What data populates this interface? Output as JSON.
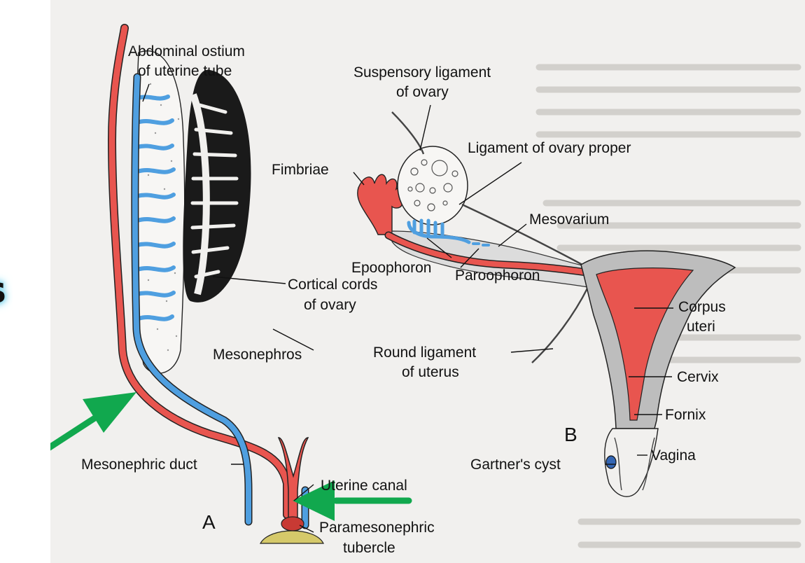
{
  "side_fragment": "s",
  "diagram": {
    "panel_a_letter": "A",
    "panel_b_letter": "B",
    "labels": {
      "abdominal_ostium_1": "Abdominal ostium",
      "abdominal_ostium_2": "of uterine tube",
      "suspensory_1": "Suspensory ligament",
      "suspensory_2": "of ovary",
      "ligament_ovary_proper": "Ligament of ovary proper",
      "fimbriae": "Fimbriae",
      "mesovarium": "Mesovarium",
      "epoophoron": "Epoophoron",
      "paroophoron": "Paroophoron",
      "cortical_1": "Cortical cords",
      "cortical_2": "of ovary",
      "corpus_1": "Corpus",
      "corpus_2": "uteri",
      "mesonephros": "Mesonephros",
      "round_lig_1": "Round ligament",
      "round_lig_2": "of uterus",
      "cervix": "Cervix",
      "fornix": "Fornix",
      "mesonephric_duct": "Mesonephric duct",
      "gartners_cyst": "Gartner's cyst",
      "vagina": "Vagina",
      "uterine_canal": "Uterine canal",
      "paramesonephric_1": "Paramesonephric",
      "paramesonephric_2": "tubercle"
    }
  },
  "colors": {
    "paramesonephric_red": "#e8554f",
    "mesonephric_blue": "#4f9fe0",
    "arrow_green": "#11a84e",
    "gonad_dark": "#1a1a1a",
    "uterus_gray": "#bdbdbd"
  }
}
